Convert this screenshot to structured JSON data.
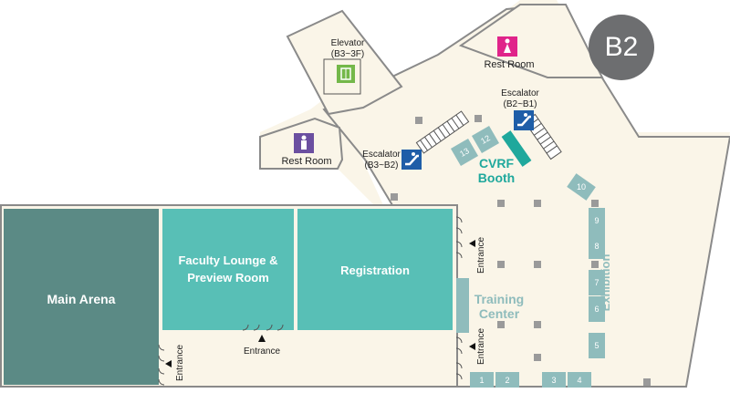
{
  "floor_badge": "B2",
  "colors": {
    "floor": "#faf5e8",
    "wall": "#8a8a8a",
    "main_arena": "#5b8a85",
    "teal_room": "#58bfb6",
    "booth": "#8fbcbc",
    "cvrf": "#1fa89c",
    "training": "#8fbcbc",
    "restroom_female": "#e0248a",
    "restroom_male": "#6b4fa0",
    "elevator": "#74b84a",
    "escalator": "#1f5ea8"
  },
  "rooms": {
    "main_arena": "Main Arena",
    "faculty_line1": "Faculty Lounge &",
    "faculty_line2": "Preview Room",
    "registration": "Registration",
    "training_line1": "Training",
    "training_line2": "Center",
    "cvrf_line1": "CVRF",
    "cvrf_line2": "Booth",
    "exhibition": "Exhibition"
  },
  "facilities": {
    "elevator_line1": "Elevator",
    "elevator_line2": "(B3~3F)",
    "escalator_b1_line1": "Escalator",
    "escalator_b1_line2": "(B2~B1)",
    "escalator_b3_line1": "Escalator",
    "escalator_b3_line2": "(B3~B2)",
    "rest_room_female": "Rest Room",
    "rest_room_male": "Rest Room"
  },
  "entrances": {
    "right_upper": "Entrance",
    "right_lower": "Entrance",
    "bottom": "Entrance",
    "left": "Entrance"
  },
  "booths": [
    "1",
    "2",
    "3",
    "4",
    "5",
    "6",
    "7",
    "8",
    "9",
    "10",
    "12",
    "13"
  ]
}
